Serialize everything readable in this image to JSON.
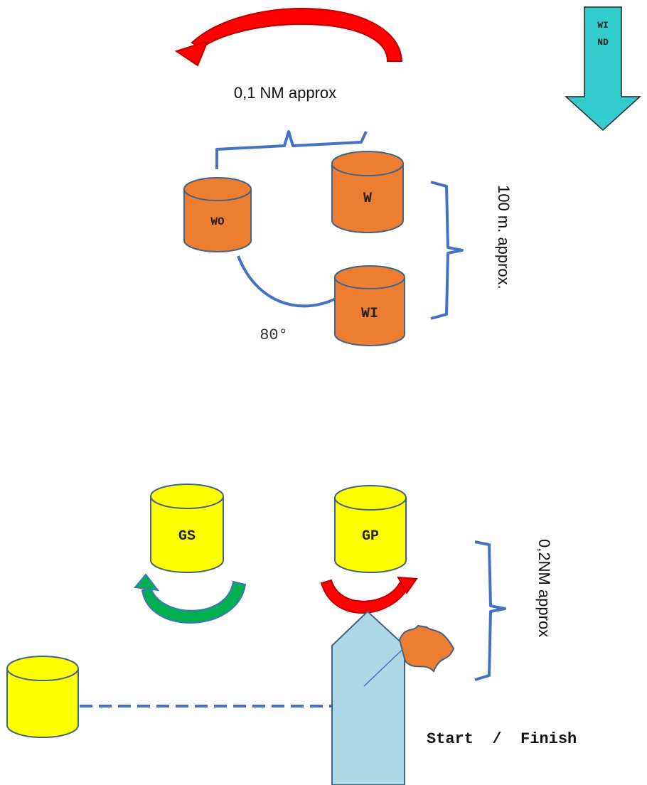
{
  "wind": {
    "label_line1": "WI",
    "label_line2": "ND",
    "color": "#33CCCC"
  },
  "top_distance_label": "0,1 NM approx",
  "side_distance_label": "100 m. approx.",
  "angle_label": "80°",
  "gate_distance_label": "0,2NM approx",
  "start_finish_label": "Start  /  Finish",
  "marks": {
    "windward": {
      "label": "W",
      "color": "#ED7D31"
    },
    "windward_offset": {
      "label": "WO",
      "color": "#ED7D31"
    },
    "windward_inner": {
      "label": "WI",
      "color": "#ED7D31"
    },
    "gate_starboard": {
      "label": "GS",
      "color": "#FFFF00"
    },
    "gate_port": {
      "label": "GP",
      "color": "#FFFF00"
    },
    "pin_end": {
      "label": "",
      "color": "#FFFF00"
    }
  },
  "colors": {
    "bracket": "#4472C4",
    "rounding_red": "#FF0000",
    "rounding_green": "#00B050",
    "committee_boat": "#ADD8E6",
    "flag": "#ED7D31"
  }
}
